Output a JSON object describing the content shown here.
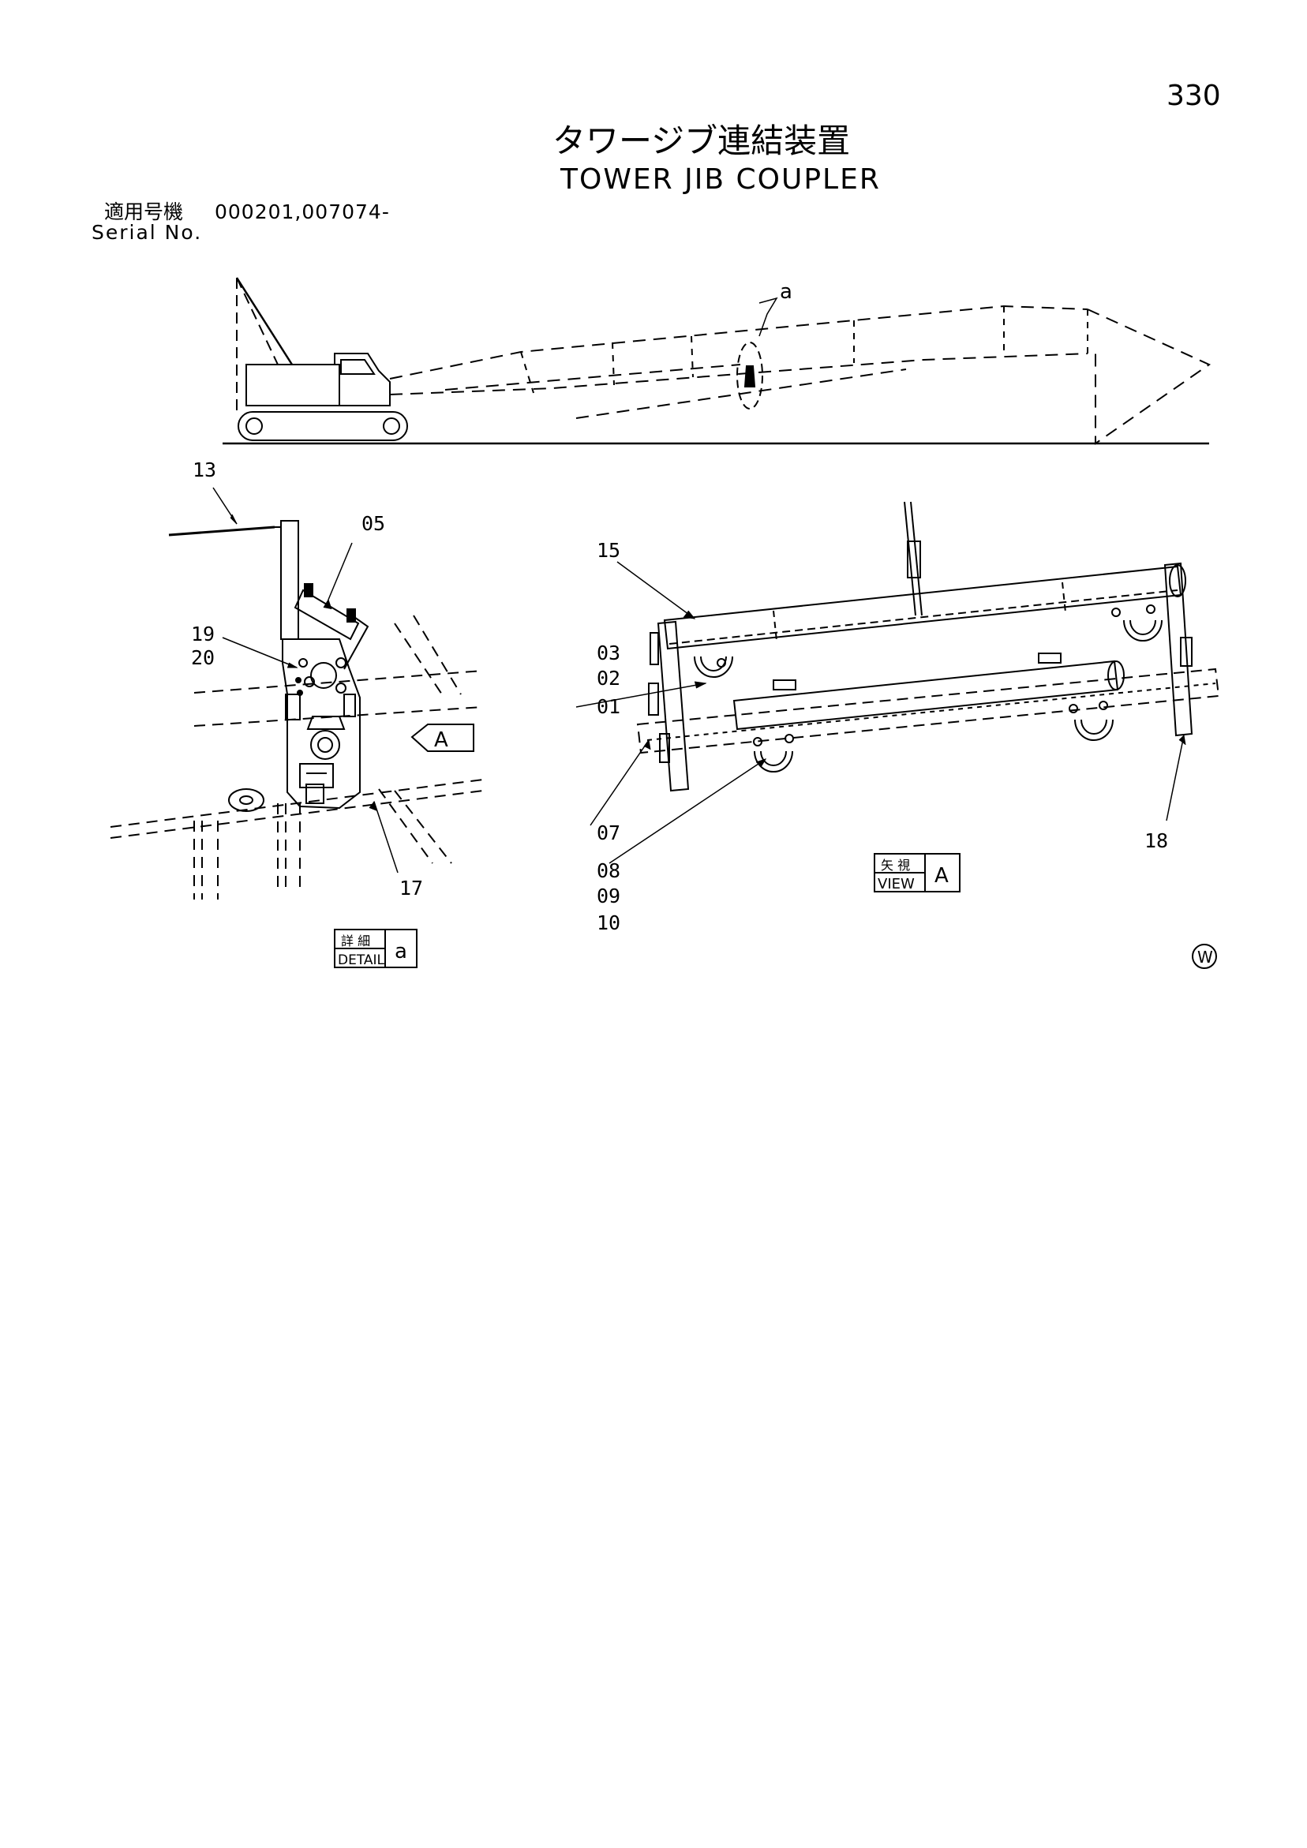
{
  "header": {
    "page_number": "330",
    "title_ja": "タワージブ連結装置",
    "title_en": "TOWER JIB COUPLER",
    "serial_label_ja": "適用号機",
    "serial_label_en": "Serial No.",
    "serial_values": "000201,007074-"
  },
  "overview": {
    "detail_marker": "a"
  },
  "detail_view": {
    "callouts": [
      "13",
      "05",
      "19",
      "20",
      "17"
    ],
    "view_marker": "A",
    "box_label_ja": "詳 細",
    "box_label_en": "DETAIL",
    "box_letter": "a"
  },
  "view_a": {
    "callouts": [
      "15",
      "03",
      "02",
      "01",
      "07",
      "08",
      "09",
      "10",
      "18"
    ],
    "box_label_ja": "矢 視",
    "box_label_en": "VIEW",
    "box_letter": "A"
  },
  "footer": {
    "mark": "W"
  }
}
